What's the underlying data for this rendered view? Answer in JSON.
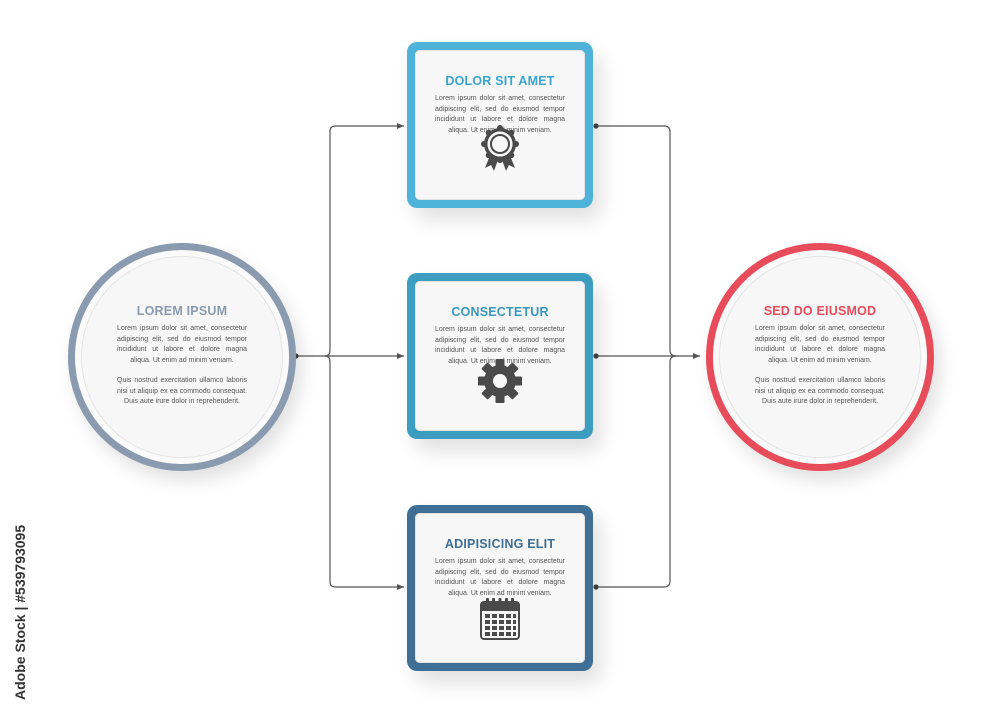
{
  "colors": {
    "left_circle": "#8a9bb0",
    "right_circle": "#e84c5b",
    "box1": "#4fb3d9",
    "box2": "#3d9dc0",
    "box3": "#3f6f95",
    "line": "#555555"
  },
  "left_circle": {
    "title": "LOREM IPSUM",
    "text1": "Lorem ipsum dolor sit amet, consectetur adipiscing elit, sed do eiusmod tempor incididunt ut labore et dolore magna aliqua. Ut enim ad minim veniam.",
    "text2": "Quis nostrud exercitation ullamco laboris nisi ut aliquip ex ea commodo consequat. Duis aute irure dolor in reprehenderit."
  },
  "right_circle": {
    "title": "SED DO EIUSMOD",
    "text1": "Lorem ipsum dolor sit amet, consectetur adipiscing elit, sed do eiusmod tempor incididunt ut labore et dolore magna aliqua. Ut enim ad minim veniam.",
    "text2": "Quis nostrud exercitation ullamco laboris nisi ut aliquip ex ea commodo consequat. Duis aute irure dolor in reprehenderit."
  },
  "boxes": [
    {
      "title": "DOLOR SIT AMET",
      "text": "Lorem ipsum dolor sit amet, consectetur adipiscing elit, sed do eiusmod tempor incididunt ut labore et dolore magna aliqua. Ut enim ad minim veniam.",
      "icon": "award-badge-icon"
    },
    {
      "title": "CONSECTETUR",
      "text": "Lorem ipsum dolor sit amet, consectetur adipiscing elit, sed do eiusmod tempor incididunt ut labore et dolore magna aliqua. Ut enim ad minim veniam.",
      "icon": "gear-icon"
    },
    {
      "title": "ADIPISICING ELIT",
      "text": "Lorem ipsum dolor sit amet, consectetur adipiscing elit, sed do eiusmod tempor incididunt ut labore et dolore magna aliqua. Ut enim ad minim veniam.",
      "icon": "calendar-icon"
    }
  ],
  "watermark": "Adobe Stock | #539793095"
}
